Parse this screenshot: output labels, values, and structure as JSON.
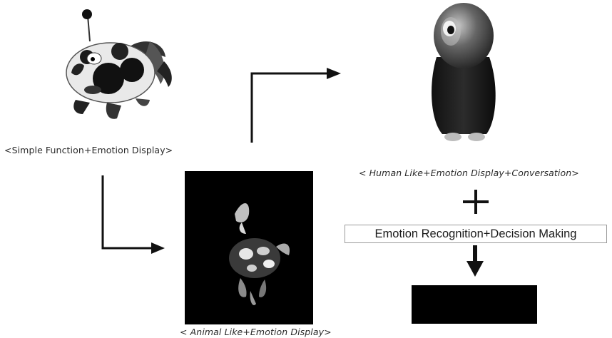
{
  "captions": {
    "simple": "<Simple Function+Emotion Display>",
    "human": "< Human Like+Emotion Display+Conversation>",
    "animal": "< Animal Like+Emotion Display>"
  },
  "process_box": {
    "label": "Emotion Recognition+Decision Making"
  },
  "colors": {
    "arrow": "#111111",
    "box_border": "#9a9a9a",
    "panel": "#000000"
  }
}
